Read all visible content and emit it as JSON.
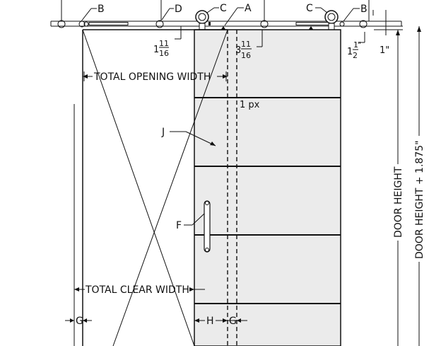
{
  "callouts": {
    "b_left": "B",
    "d": "D",
    "c_left": "C",
    "a": "A",
    "c_right": "C",
    "b_right": "B",
    "j": "J",
    "f": "F",
    "g_left": "G",
    "h": "H",
    "g_right": "G"
  },
  "dimensions": {
    "left_whole": "1",
    "left_num": "11",
    "left_den": "16",
    "mid_whole": "3",
    "mid_num": "11",
    "mid_den": "16",
    "right_whole": "1",
    "right_num": "1",
    "right_den": "2",
    "right_unit": "\"",
    "one_inch": "1\"",
    "px_note": "1 px"
  },
  "labels": {
    "total_opening_width": "TOTAL OPENING WIDTH",
    "total_clear_width": "TOTAL CLEAR WIDTH",
    "door_height": "DOOR HEIGHT",
    "door_height_plus": "DOOR HEIGHT + 1.875\""
  }
}
